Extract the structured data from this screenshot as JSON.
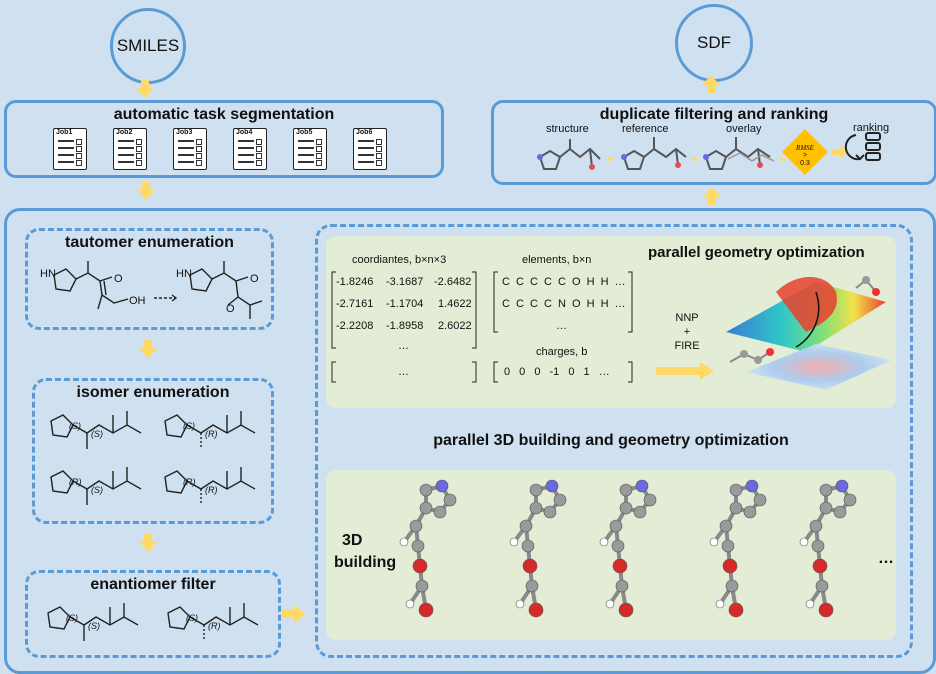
{
  "nodes": {
    "smiles": "SMILES",
    "sdf": "SDF"
  },
  "segmentation": {
    "title": "automatic task segmentation",
    "jobs": [
      "Job1",
      "Job2",
      "Job3",
      "Job4",
      "Job5",
      "Job6"
    ]
  },
  "dedup": {
    "title": "duplicate filtering and ranking",
    "structure": "structure",
    "reference": "reference",
    "overlay": "overlay",
    "rmse_label": "RMSE",
    "rmse_op": ">",
    "rmse_value": "0.3",
    "ranking": "ranking"
  },
  "tautomer": {
    "title": "tautomer enumeration",
    "labels": [
      "HN",
      "O",
      "OH",
      "HN",
      "O",
      "O"
    ]
  },
  "isomer": {
    "title": "isomer enumeration",
    "stereo": [
      [
        "(S)",
        "(S)"
      ],
      [
        "(S)",
        "(R)"
      ],
      [
        "(R)",
        "(S)"
      ],
      [
        "(R)",
        "(R)"
      ]
    ]
  },
  "enantiomer": {
    "title": "enantiomer filter",
    "stereo": [
      [
        "(S)",
        "(S)"
      ],
      [
        "(S)",
        "(R)"
      ]
    ]
  },
  "optimization": {
    "title": "parallel geometry optimization",
    "coords_label": "coordiantes, b×n×3",
    "coords": [
      [
        "-1.8246",
        "-3.1687",
        "-2.6482"
      ],
      [
        "-2.7161",
        "-1.1704",
        "1.4622"
      ],
      [
        "-2.2208",
        "-1.8958",
        "2.6022"
      ]
    ],
    "ellipsis": "…",
    "elements_label": "elements, b×n",
    "elements": [
      "C C C C C O H H …",
      "C C C C N O H H …"
    ],
    "charges_label": "charges, b",
    "charges": "0 0 0 -1 0 1 …",
    "method": [
      "NNP",
      "+",
      "FIRE"
    ]
  },
  "building": {
    "title": "parallel 3D building and geometry optimization",
    "label": [
      "3D",
      "building"
    ],
    "ellipsis": "…"
  },
  "colors": {
    "border": "#5b9bd5",
    "background": "#cfe0f0",
    "green_panel": "#e3edd6",
    "arrow": "#ffd966"
  }
}
